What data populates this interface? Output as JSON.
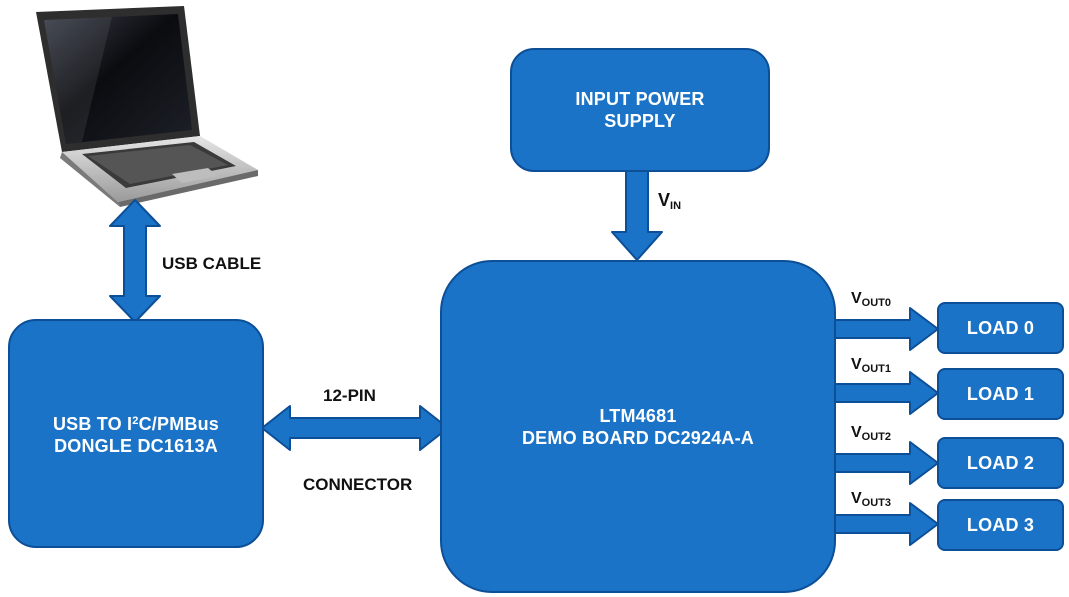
{
  "colors": {
    "box_fill": "#1a73c7",
    "box_border": "#0d4f97",
    "laptop_body": "#2e2e2e",
    "laptop_screen": "#0d0d12",
    "laptop_base": "#cfcfcf"
  },
  "laptop": {
    "icon": "laptop-icon"
  },
  "usb_cable": {
    "label": "USB CABLE"
  },
  "dongle": {
    "line1_pre": "USB TO I",
    "line1_sup": "2",
    "line1_post": "C/PMBus",
    "line2": "DONGLE DC1613A"
  },
  "connector": {
    "top_label": "12-PIN",
    "bottom_label": "CONNECTOR"
  },
  "power_supply": {
    "line1": "INPUT POWER",
    "line2": "SUPPLY"
  },
  "vin": {
    "main": "V",
    "sub": "IN"
  },
  "demo_board": {
    "line1": "LTM4681",
    "line2": "DEMO BOARD DC2924A-A"
  },
  "outputs": [
    {
      "v_main": "V",
      "v_sub": "OUT0",
      "load": "LOAD 0"
    },
    {
      "v_main": "V",
      "v_sub": "OUT1",
      "load": "LOAD 1"
    },
    {
      "v_main": "V",
      "v_sub": "OUT2",
      "load": "LOAD 2"
    },
    {
      "v_main": "V",
      "v_sub": "OUT3",
      "load": "LOAD 3"
    }
  ]
}
